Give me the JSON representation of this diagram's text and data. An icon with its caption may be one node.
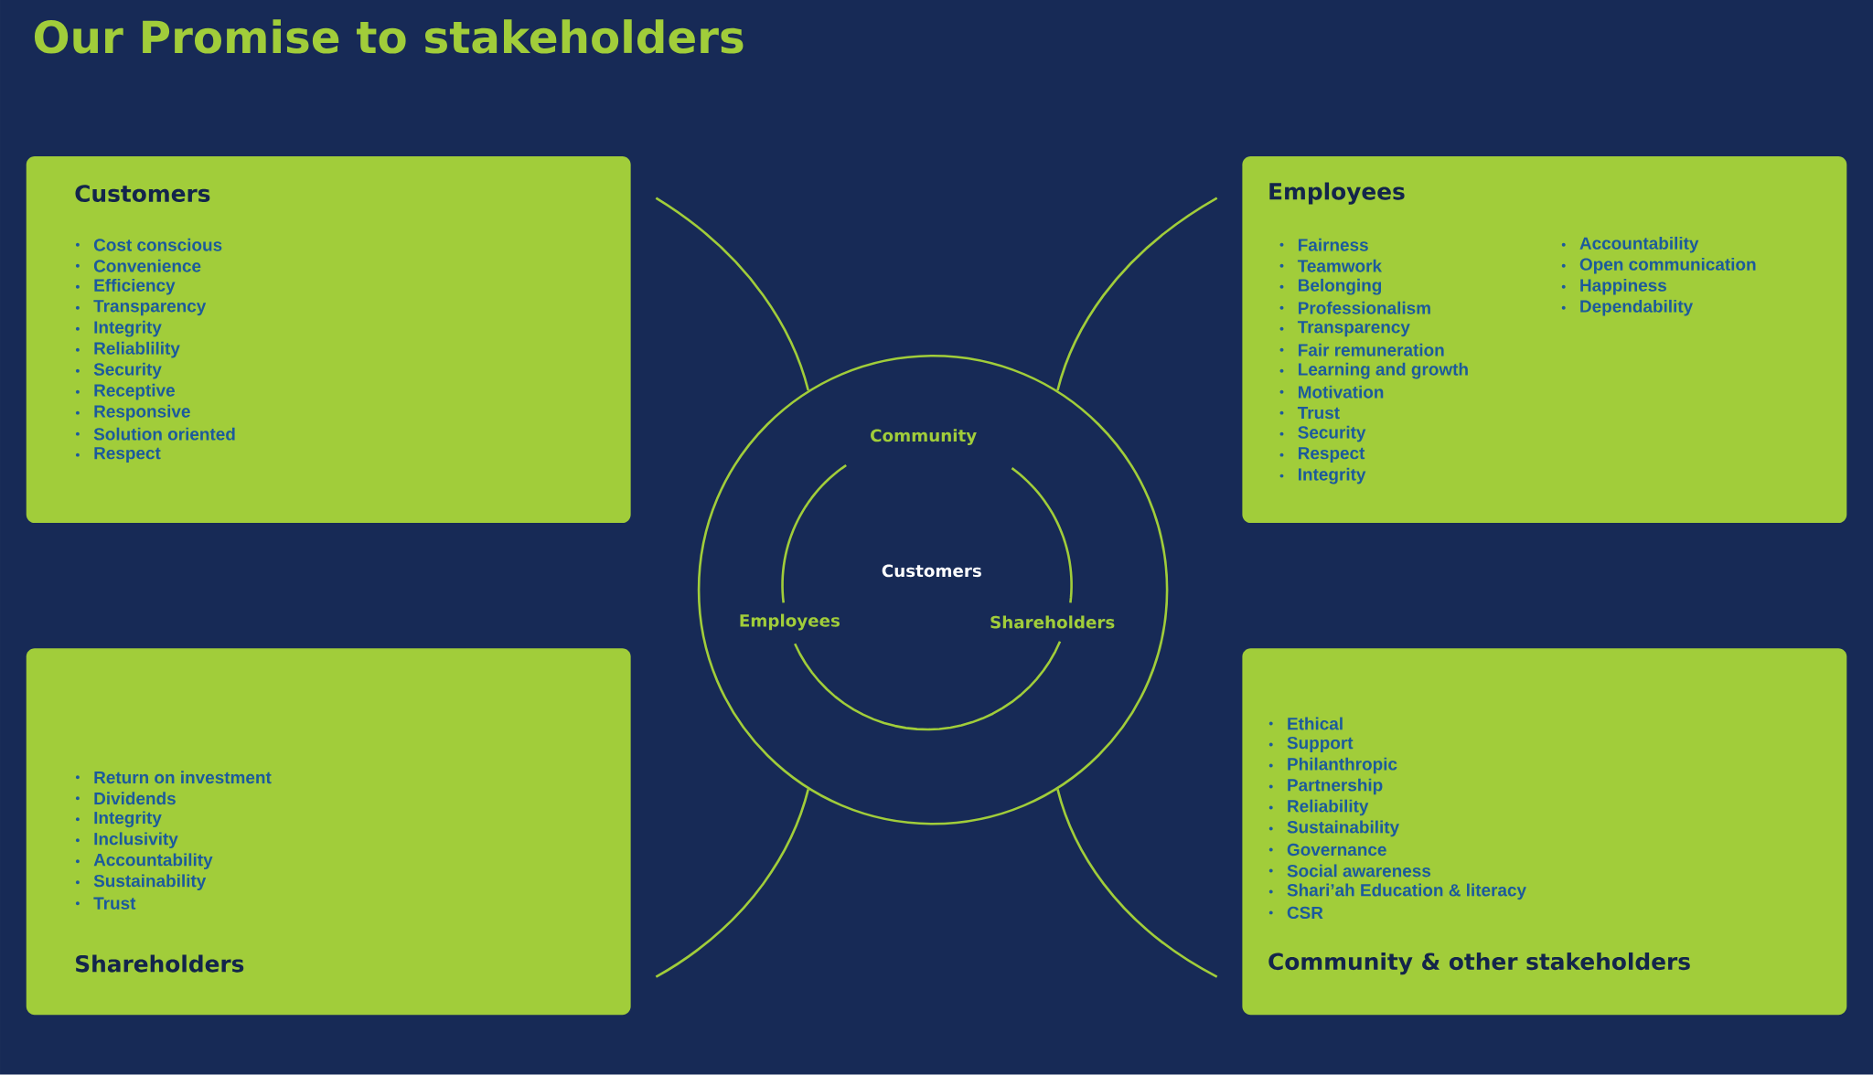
{
  "diagram": {
    "title": "Our Promise to stakeholders",
    "nodes": [
      {
        "text": [
          "Customers",
          "Cost conscious",
          "Convenience",
          "Efficiency",
          "Transparency",
          "Integrity",
          "Reliablility",
          "Security",
          "Receptive",
          "Responsive",
          "Solution oriented",
          "Respect"
        ]
      },
      {
        "text": [
          "Employees",
          "Fairness",
          "Teamwork",
          "Belonging",
          "Professionalism",
          "Transparency",
          "Fair remuneration",
          "Learning and growth",
          "Motivation",
          "Trust",
          "Security",
          "Respect",
          "Integrity",
          "Accountability",
          "Open communication",
          "Happiness",
          "Dependability"
        ]
      },
      {
        "text": [
          "Return on investment",
          "Dividends",
          "Integrity",
          "Inclusivity",
          "Accountability",
          "Sustainability",
          "Trust",
          "Shareholders"
        ]
      },
      {
        "text": [
          "Ethical",
          "Support",
          "Philanthropic",
          "Partnership",
          "Reliability",
          "Sustainability",
          "Governance",
          "Social awareness",
          "Shari’ah Education & literacy",
          "CSR",
          "Community & other stakeholders"
        ]
      },
      {
        "text": [
          "Community"
        ]
      },
      {
        "text": [
          "Customers"
        ],
        "in": 4
      }
    ],
    "edges": [
      {
        "from": 0,
        "to": 4,
        "arrow": "none"
      },
      {
        "from": 1,
        "to": 4,
        "arrow": "none"
      },
      {
        "from": 2,
        "to": 4,
        "arrow": "none"
      },
      {
        "from": 3,
        "to": 4,
        "arrow": "none"
      }
    ],
    "labels": [
      "Employees",
      "Shareholders"
    ]
  }
}
